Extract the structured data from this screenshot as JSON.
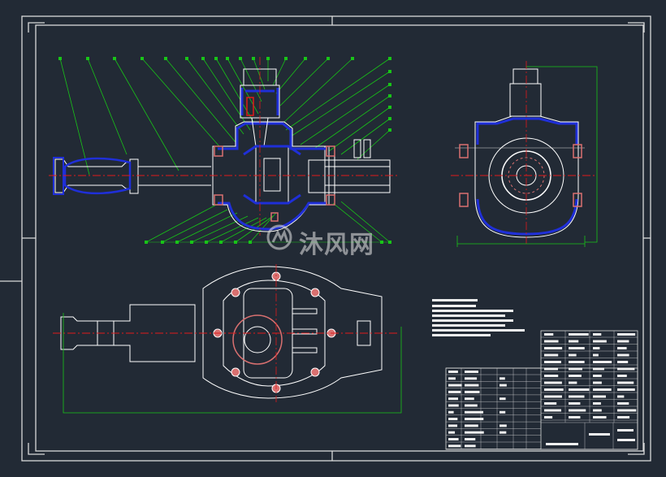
{
  "watermark": {
    "text": "沐风网",
    "icon": "mf-logo-icon"
  },
  "colors": {
    "background": "#222a35",
    "frame": "#d9d9d9",
    "outline": "#ffffff",
    "leader": "#18c418",
    "hatch_blue": "#1f2fd8",
    "center_line": "#e01a1a",
    "accent": "#d97070"
  },
  "drawing": {
    "views": [
      "front-section",
      "side-section",
      "top-view"
    ]
  }
}
